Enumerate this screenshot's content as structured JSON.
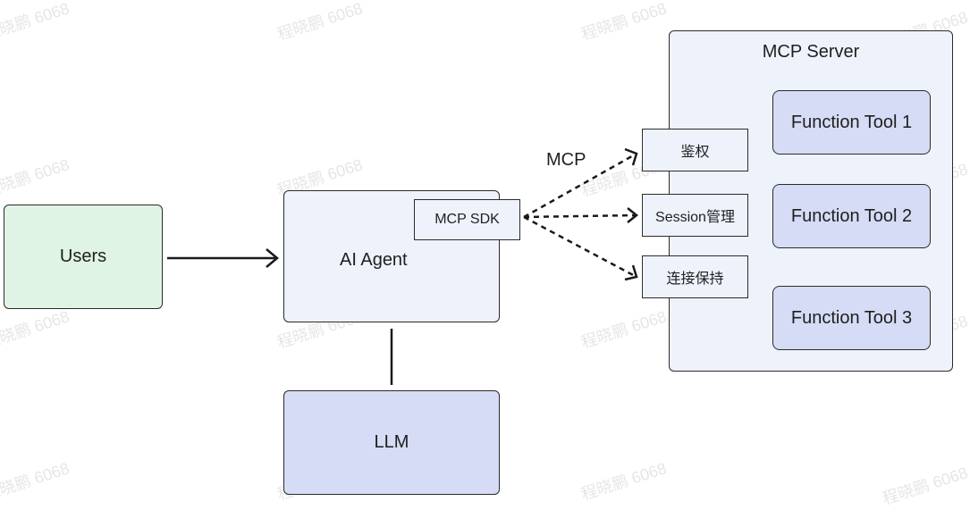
{
  "watermark": "程晓鹏 6068",
  "nodes": {
    "users": "Users",
    "ai_agent": "AI Agent",
    "mcp_sdk": "MCP SDK",
    "llm": "LLM",
    "mcp_server": "MCP Server",
    "features": [
      "鉴权",
      "Session管理",
      "连接保持"
    ],
    "tools": [
      "Function Tool 1",
      "Function Tool 2",
      "Function Tool 3"
    ]
  },
  "edge_labels": {
    "mcp": "MCP"
  },
  "colors": {
    "users_fill": "#dff4e4",
    "light_fill": "#eef2fb",
    "dark_fill": "#d6dcf5",
    "stroke": "#2b2b2b"
  }
}
